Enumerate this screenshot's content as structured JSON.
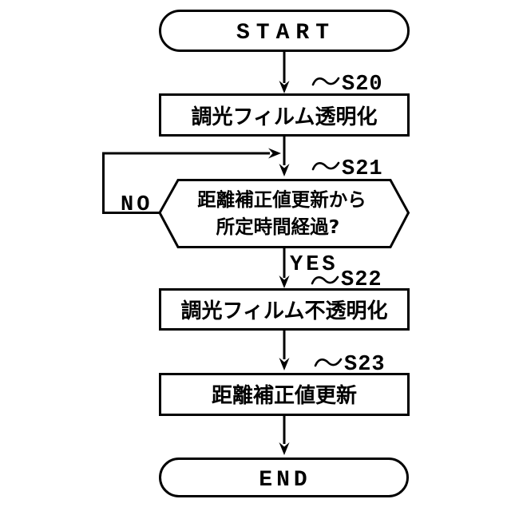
{
  "diagram": {
    "type": "flowchart",
    "background_color": "#ffffff",
    "line_color": "#000000",
    "terminals": {
      "start": "START",
      "end": "END"
    },
    "branch_labels": {
      "no": "NO",
      "yes": "YES"
    },
    "steps": [
      {
        "ref": "S20",
        "type": "process",
        "label": "調光フィルム透明化"
      },
      {
        "ref": "S21",
        "type": "decision",
        "label_line1": "距離補正値更新から",
        "label_line2": "所定時間経過?"
      },
      {
        "ref": "S22",
        "type": "process",
        "label": "調光フィルム不透明化"
      },
      {
        "ref": "S23",
        "type": "process",
        "label": "距離補正値更新"
      }
    ]
  }
}
